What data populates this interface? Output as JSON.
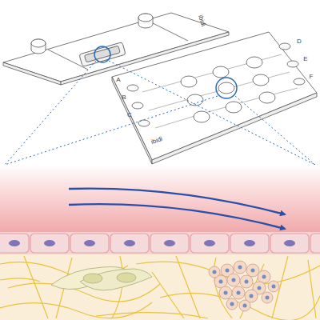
{
  "diagram": {
    "labels": [
      "ibidi",
      "A",
      "B",
      "C",
      "ibidi",
      "D",
      "E",
      "F"
    ]
  }
}
